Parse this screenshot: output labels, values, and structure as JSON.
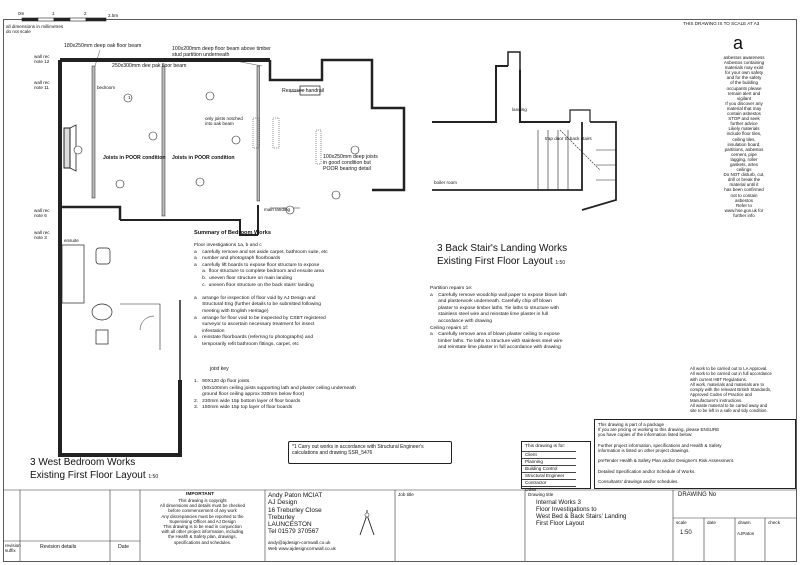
{
  "scale_bar": {
    "zero": "0m",
    "one": "1",
    "two": "2",
    "two_five": "2.5m",
    "note1": "all dimensions in millimetres",
    "note2": "do not scale"
  },
  "top_right_note": "THIS DRAWING IS TO SCALE AT A3",
  "asbestos": {
    "logo": "a",
    "lines": [
      "asbestos awareness",
      "Asbestos containing",
      "materials may exist",
      "for your own safety",
      "and for the safety",
      "of the building",
      "occupants please",
      "remain alert and",
      "vigilant",
      "If you discover any",
      "material that may",
      "contain asbestos",
      "STOP and seek",
      "further advice",
      "Likely materials",
      "include floor tiles,",
      "ceiling tiles,",
      "insulation board,",
      "partitions, asbestos",
      "cement, pipe",
      "lagging, roller",
      "gaskets, artex",
      "ceilings",
      "Do NOT disturb, cut,",
      "drill or break the",
      "material until it",
      "has been confirmed",
      "not to contain",
      "asbestos",
      "Refer to",
      "www.hse.gov.uk for",
      "further info"
    ]
  },
  "plan_left": {
    "labels": {
      "beam1": "180x250mm deep oak floor beam",
      "beam2": "100x200mm deep floor beam above timber stud partition underneath",
      "beam3": "250x300mm dee pak floor beam",
      "handrail": "Reassure handrail",
      "bedroom": "bedroom",
      "joists_left": "Joists in POOR condition",
      "joists_mid": "Joists in POOR condition",
      "only_joists": "only joists notched into oak beam",
      "joists_right": "100x250mm deep joists in good condition but POOR bearing detail",
      "main_landing": "main landing",
      "ensuite": "ensuite"
    },
    "wall_labels": [
      "wall rec note 12",
      "wall rec note 11",
      "wall rec note 6",
      "wall rec note 3"
    ]
  },
  "summary": {
    "heading": "Summary of Bedroom Works",
    "lines": [
      "Floor investigations 1a, b and c",
      "a    carefully remove and set aside carpet, bathroom suite, etc",
      "a    number and photograph floorboards",
      "a    carefully lift boards to expose floor structure to expose",
      "      a.  floor structure to complete bedroom and ensuite area",
      "      b.  uneven floor structure on main landing",
      "      c.  uneven floor structure on the back stairs' landing",
      "",
      "a    arrange for inspection of floor void by AJ Design and",
      "      Structural Eng (further details to be submitted following",
      "      meeting with English Heritage)",
      "a    arrange for floor void to be inspected by CSBT registered",
      "      surveyor to ascertain necessary treatment for insect",
      "      infestation",
      "a    reinstate floorboards (referring to photographs) and",
      "      temporarily refit bathroom fittings, carpet, etc"
    ],
    "joist_key": "joist key",
    "key_lines": [
      "1.   90X120 dp floor joists",
      "      (50x100mm ceiling joists supporting lath and plaster ceiling underneath",
      "      ground floor ceiling approx 330mm below floor)",
      "2.   230mm wide 15p bottom layer of floor boards",
      "3.   150mm wide 15p top layer of floor boards"
    ],
    "note_box": "*1 Carry out works in accordance with Structural Engineer's calculations and drawing SSR_5476"
  },
  "plan_right": {
    "landing": "landing",
    "trap_door": "trap door to back stairs",
    "boiler": "boiler room"
  },
  "title_right": {
    "line1": "3 Back Stair's Landing Works",
    "line2": "Existing First Floor Layout",
    "scale": "1:50"
  },
  "title_left": {
    "line1": "3 West Bedroom Works",
    "line2": "Existing First Floor Layout",
    "scale": "1:50"
  },
  "partition": {
    "lines": [
      "Partition repairs 1e:",
      "a    Carefully remove woodchip wall paper to expose blown lath",
      "      and plasterwork underneath. Carefully chip off blown",
      "      plaster to expose timber laths. Tie laths to structure with",
      "      stainless steel wire and reinstate lime plaster in full",
      "      accordance with drawing",
      "Ceiling repairs 1f:",
      "a    Carefully remove area of blown plaster ceiling to expose",
      "      timber laths. Tie laths to structure with stainless steel wire",
      "      and reinstate lime plaster in full accordance with drawing"
    ]
  },
  "approval_notes": [
    "All work to be carried out to LA Approval.",
    "All work to be carried out in full accordance",
    "with current HBT Regulations.",
    "All work, materials and materials are to",
    "comply with the relevant British Standards,",
    "Approved Codes of Practice and",
    "Manufacturer's instructions.",
    "All waste material to be carted away and",
    "site to be left in a safe and tidy condition."
  ],
  "package_note": [
    "This drawing is part of a package",
    "If you are pricing or working to this drawing, please ENSURE",
    "you have copies of the information listed below:",
    "",
    "Further project information, specifications and Health & Safety",
    "information is listed on other project drawings.",
    "",
    "preTender Health & Safety Plan and/or Designer's Risk Assessment.",
    "",
    "Detailed Specification and/or Schedule of Works.",
    "",
    "Consultants' drawings and/or schedules."
  ],
  "drawing_for": {
    "title": "This drawing is for:",
    "items": [
      "Client",
      "Planning",
      "Building Control",
      "Structural Engineer",
      "Contractor",
      "Other"
    ]
  },
  "footer": {
    "revision_label": "revision suffix",
    "revision_details": "Revision details",
    "date_label": "Date",
    "important_title": "IMPORTANT",
    "important_lines": [
      "This drawing is copyright",
      "All dimensions and details must be checked",
      "before commencement of any work",
      "Any discrepancies must be reported to the",
      "Supervising Officer and AJ Design",
      "This drawing is to be read in conjunction",
      "with all other project information, including",
      "the Health & Safety plan, drawings,",
      "specifications and schedules."
    ],
    "company": [
      "Andy Paton MCIAT",
      "AJ Design",
      "16 Treburley Close",
      "Treburley",
      "LAUNCESTON",
      "Tel 01579 370567"
    ],
    "email": "andy@ajdesign-cornwall.co.uk",
    "web": "Web www.ajdesigncornwall.co.uk",
    "job_title_label": "Job title",
    "drawing_title_label": "Drawing title",
    "drawing_title": [
      "Internal Works 3",
      "Floor Investigations to",
      "West Bed & Back Stairs' Landing",
      "First Floor Layout"
    ],
    "drawing_no_label": "DRAWING No",
    "scale_label": "scale",
    "scale_value": "1:50",
    "date2_label": "date",
    "drawn_label": "drawn",
    "drawn_value": "AJPaton",
    "check_label": "check"
  }
}
